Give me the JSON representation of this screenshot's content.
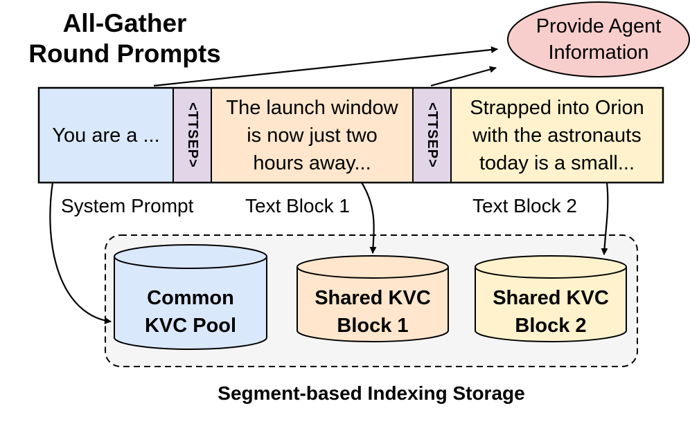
{
  "title": {
    "line1": "All-Gather",
    "line2": "Round Prompts"
  },
  "info_node": {
    "line1": "Provide Agent",
    "line2": "Information",
    "fill": "#f8cecc"
  },
  "prompt_bar": {
    "system_text": "You are a ...",
    "separator": "<TTSEP>",
    "block1_text": [
      "The launch window",
      "is now just two",
      "hours away..."
    ],
    "block2_text": [
      "Strapped into Orion",
      "with the astronauts",
      "today is a small..."
    ]
  },
  "labels": {
    "system": "System Prompt",
    "block1": "Text Block 1",
    "block2": "Text Block 2"
  },
  "storage": {
    "common": [
      "Common",
      "KVC Pool"
    ],
    "shared1": [
      "Shared KVC",
      "Block 1"
    ],
    "shared2": [
      "Shared KVC",
      "Block 2"
    ],
    "caption": "Segment-based Indexing Storage"
  },
  "colors": {
    "system": "#dae8fc",
    "separator": "#e1d5e7",
    "block1": "#ffe6cc",
    "block2": "#fff2cc",
    "storage_bg": "#f5f5f5"
  }
}
